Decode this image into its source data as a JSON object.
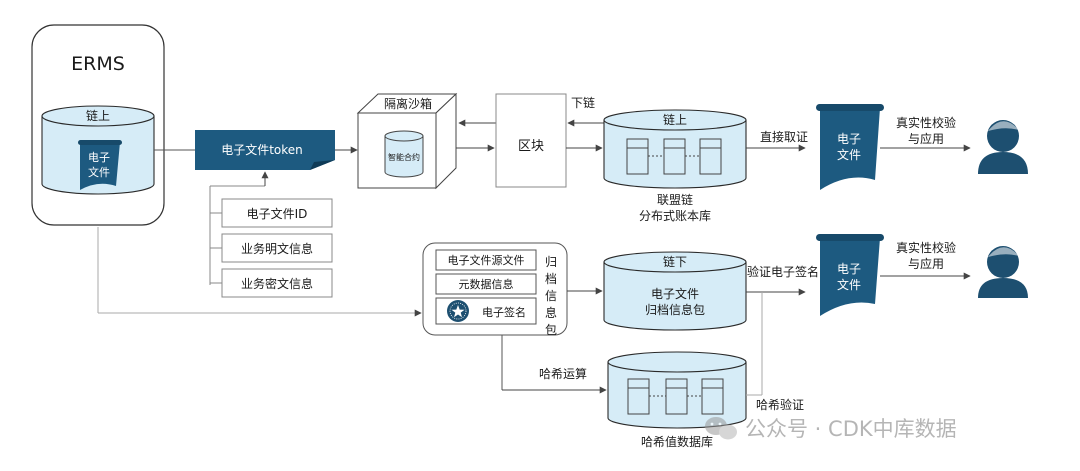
{
  "erms": {
    "title": "ERMS",
    "onchain_label": "链上",
    "doc_label_1": "电子",
    "doc_label_2": "文件"
  },
  "token": {
    "label": "电子文件token"
  },
  "token_fields": [
    "电子文件ID",
    "业务明文信息",
    "业务密文信息"
  ],
  "sandbox": {
    "title": "隔离沙箱",
    "contract_label": "智能合约"
  },
  "block": {
    "label": "区块",
    "down_label": "下链"
  },
  "ledger": {
    "top_label": "链上",
    "caption_1": "联盟链",
    "caption_2": "分布式账本库"
  },
  "retrieval": {
    "direct_label": "直接取证",
    "doc_label_1": "电子",
    "doc_label_2": "文件",
    "verify_label_1": "真实性校验",
    "verify_label_2": "与应用"
  },
  "package": {
    "items": [
      "电子文件源文件",
      "元数据信息",
      "电子签名"
    ],
    "side_label": [
      "归",
      "档",
      "信",
      "息",
      "包"
    ]
  },
  "offchain": {
    "top_label": "链下",
    "body_1": "电子文件",
    "body_2": "归档信息包"
  },
  "verify_sig": {
    "label": "验证电子签名",
    "doc_label_1": "电子",
    "doc_label_2": "文件",
    "verify_label_1": "真实性校验",
    "verify_label_2": "与应用"
  },
  "hash": {
    "op_label": "哈希运算",
    "verify_label": "哈希验证",
    "db_caption": "哈希值数据库"
  },
  "watermark": {
    "text": "公众号 · CDK中库数据"
  },
  "colors": {
    "navy": "#1d5a80",
    "light_blue": "#d6ecf7",
    "cyl_edge": "#2a2a2a",
    "line": "#555555",
    "person": "#1d4f70"
  },
  "icons": [
    "document-scroll-icon",
    "person-icon",
    "seal-icon",
    "wechat-icon"
  ]
}
